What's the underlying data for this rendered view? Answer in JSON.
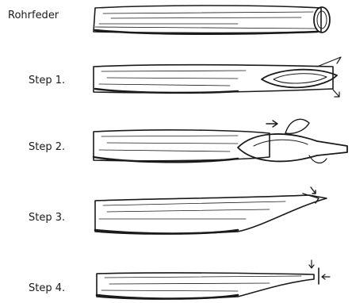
{
  "labels": {
    "title": "Rohrfeder",
    "step1": "Step 1.",
    "step2": "Step 2.",
    "step3": "Step 3.",
    "step4": "Step 4."
  }
}
